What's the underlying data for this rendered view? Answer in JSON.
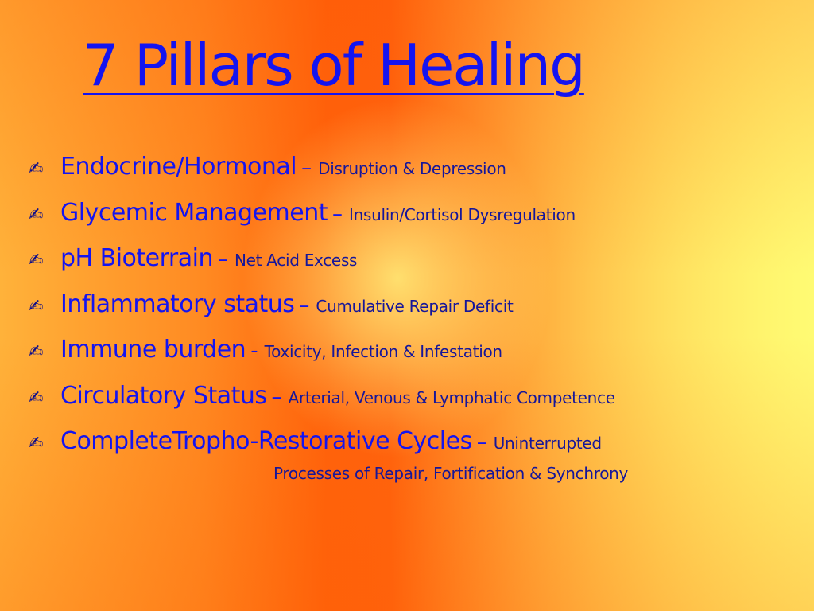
{
  "slide": {
    "title": "7 Pillars of Healing",
    "bullet_glyph": "✍",
    "pillars": [
      {
        "name": "Endocrine/Hormonal",
        "separator": "–",
        "description": "Disruption & Depression"
      },
      {
        "name": "Glycemic Management",
        "separator": "–",
        "description": "Insulin/Cortisol Dysregulation"
      },
      {
        "name": "pH Bioterrain",
        "separator": "–",
        "description": "Net Acid Excess"
      },
      {
        "name": "Inflammatory status",
        "separator": "–",
        "description": "Cumulative Repair Deficit"
      },
      {
        "name": "Immune burden",
        "separator": "-",
        "description": "Toxicity, Infection & Infestation"
      },
      {
        "name": "Circulatory Status",
        "separator": "–",
        "description": "Arterial, Venous & Lymphatic Competence"
      },
      {
        "name": "CompleteTropho-Restorative Cycles",
        "separator": "–",
        "description": "Uninterrupted",
        "description_continued": "Processes of Repair, Fortification & Synchrony"
      }
    ]
  },
  "colors": {
    "title": "#1414f0",
    "pillar_name": "#1414f0",
    "description": "#16169a"
  }
}
